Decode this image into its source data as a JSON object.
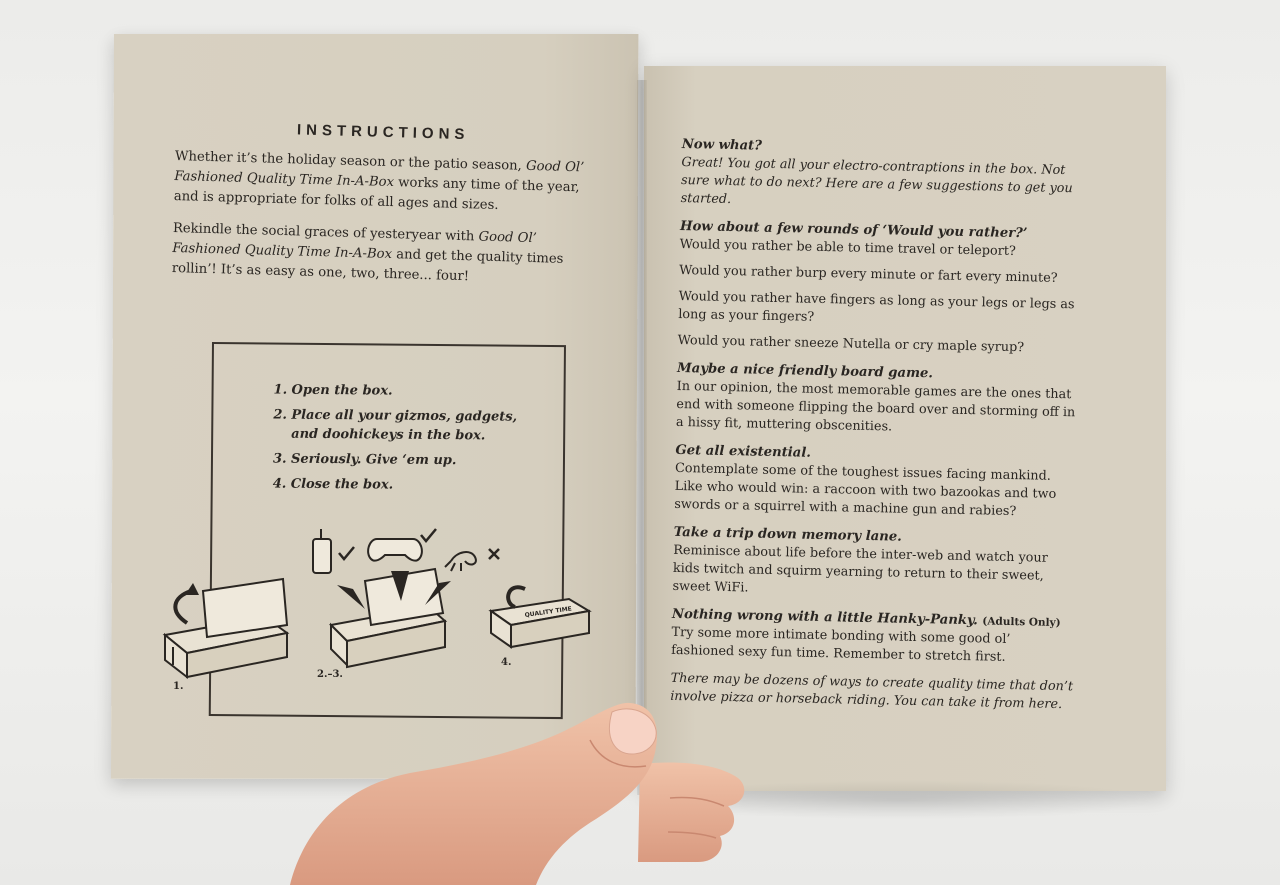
{
  "left_page": {
    "heading": "INSTRUCTIONS",
    "para1_a": "Whether it’s the holiday season or the patio season, ",
    "para1_b": "Good Ol’ Fashioned Quality Time In-A-Box",
    "para1_c": " works any time of the year, and is appropriate for folks of all ages and sizes.",
    "para2_a": "Rekindle the social graces of yesteryear with ",
    "para2_b": "Good Ol’ Fashioned Quality Time In-A-Box",
    "para2_c": " and get the quality times rollin’! It’s as easy as one, two, three... four!",
    "steps": [
      {
        "num": "1.",
        "text": "Open the box."
      },
      {
        "num": "2.",
        "text": "Place all your gizmos, gadgets, and doohickeys in the box."
      },
      {
        "num": "3.",
        "text": "Seriously. Give ‘em up."
      },
      {
        "num": "4.",
        "text": "Close the box."
      }
    ],
    "illustration_labels": {
      "a": "1.",
      "b": "2.–3.",
      "c": "4."
    },
    "box_lid_text": "QUALITY TIME"
  },
  "right_page": {
    "sections": [
      {
        "title": "Now what?",
        "body": "Great! You got all your electro-contraptions in the box. Not sure what to do next? Here are a few suggestions to get you started."
      },
      {
        "title": "How about a few rounds of ‘Would you rather?’",
        "questions": [
          "Would you rather be able to time travel or teleport?",
          "Would you rather burp every minute or fart every minute?",
          "Would you rather have fingers as long as your legs or legs as long as your fingers?",
          "Would you rather sneeze Nutella or cry maple syrup?"
        ]
      },
      {
        "title": "Maybe a nice friendly board game.",
        "body": "In our opinion, the most memorable games are the ones that end with someone flipping the board over and storming off in a hissy fit, muttering obscenities."
      },
      {
        "title": "Get all existential.",
        "body": "Contemplate some of the toughest issues facing mankind. Like who would win: a raccoon with two bazookas and two swords or a squirrel with a machine gun and rabies?"
      },
      {
        "title": "Take a trip down memory lane.",
        "body": "Reminisce about life before the inter-web and watch your kids twitch and squirm yearning to return to their sweet, sweet WiFi."
      },
      {
        "title": "Nothing wrong with a little Hanky-Panky.",
        "title_note": "(Adults Only)",
        "body": "Try some more intimate bonding with some good ol’ fashioned sexy fun time. Remember to stretch first."
      }
    ],
    "closing": "There may be dozens of ways to create quality time that don’t involve pizza or horseback riding. You can take it from here."
  },
  "colors": {
    "paper": "#d8d1c2",
    "ink": "#2a2622",
    "wall": "#efefed",
    "skin": "#e8b49a"
  },
  "icons": [
    "open-box-icon",
    "cellphone-icon",
    "game-controller-icon",
    "scorpion-icon",
    "checkmark-icon",
    "x-mark-icon",
    "closed-box-icon",
    "arrow-icon"
  ]
}
